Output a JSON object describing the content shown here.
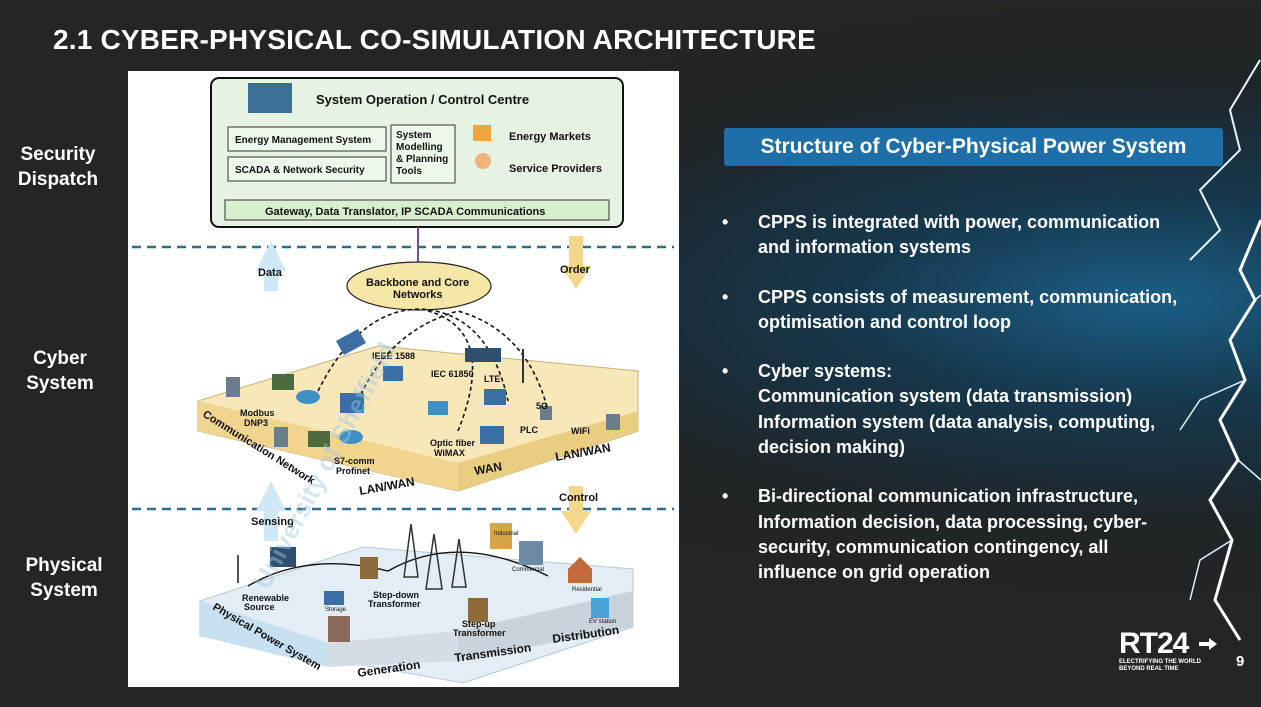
{
  "slide": {
    "title": "2.1 CYBER-PHYSICAL CO-SIMULATION ARCHITECTURE",
    "page_number": "9"
  },
  "side_labels": {
    "security": [
      "Security",
      "Dispatch"
    ],
    "cyber": [
      "Cyber",
      "System"
    ],
    "physical": [
      "Physical",
      "System"
    ]
  },
  "figure": {
    "control_centre": {
      "title": "System Operation / Control Centre",
      "ems": "Energy Management System",
      "scada": "SCADA & Network Security",
      "modelling": [
        "System",
        "Modelling",
        "& Planning",
        "Tools"
      ],
      "markets": "Energy Markets",
      "providers": "Service Providers",
      "gateway": "Gateway, Data Translator, IP SCADA Communications"
    },
    "arrows": {
      "data": "Data",
      "order": "Order",
      "sensing": "Sensing",
      "control": "Control"
    },
    "network": {
      "backbone": [
        "Backbone and Core",
        "Networks"
      ],
      "ieee": "IEEE 1588",
      "iec": "IEC 61850",
      "lte": "LTE",
      "fiveg": "5G",
      "modbus": [
        "Modbus",
        "DNP3"
      ],
      "optic": [
        "Optic fiber",
        "WiMAX"
      ],
      "s7": [
        "S7-comm",
        "Profinet"
      ],
      "plc": "PLC",
      "wifi": "WiFi",
      "comm_network": "Communication Network",
      "lan_wan_left": "LAN/WAN",
      "wan": "WAN",
      "lan_wan_right": "LAN/WAN"
    },
    "physical": {
      "renewable": [
        "Renewable",
        "Source"
      ],
      "stepdown": [
        "Step-down",
        "Transformer"
      ],
      "stepup": [
        "Step-up",
        "Transformer"
      ],
      "power_system": "Physical Power System",
      "generation": "Generation",
      "transmission": "Transmission",
      "distribution": "Distribution",
      "industrial": "Industrial",
      "commercial": "Commercial",
      "residential": "Residential",
      "ev": "EV station",
      "storage": "Storage"
    },
    "watermark": "University of Sheffield"
  },
  "structure_banner": "Structure of Cyber-Physical Power System",
  "bullets": [
    {
      "lines": [
        "CPPS is integrated with power, communication",
        "and information systems"
      ]
    },
    {
      "lines": [
        "CPPS consists of measurement, communication,",
        "optimisation and control loop"
      ]
    },
    {
      "lines": [
        "Cyber systems:",
        "Communication system (data transmission)",
        "Information system (data analysis, computing,",
        "decision making)"
      ]
    },
    {
      "lines": [
        "Bi-directional communication infrastructure,",
        "Information decision, data processing, cyber-",
        "security, communication contingency, all",
        "influence on grid operation"
      ]
    }
  ],
  "bullet_symbol": "•",
  "logo": {
    "main": "RT24",
    "tagline": [
      "ELECTRIFYING THE WORLD",
      "BEYOND REAL TIME"
    ]
  },
  "colors": {
    "banner": "#1e6fa8",
    "background": "#252525",
    "bolt_glow": "#2a8fd0"
  }
}
